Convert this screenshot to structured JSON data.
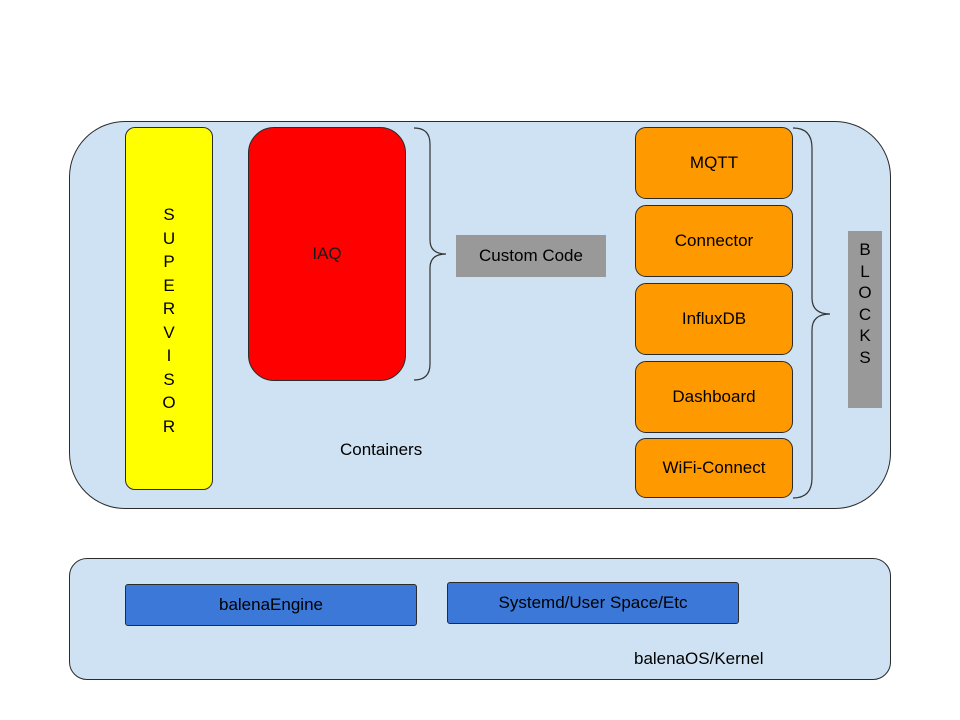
{
  "containers": {
    "label": "Containers",
    "supervisor_letters": [
      "S",
      "U",
      "P",
      "E",
      "R",
      "V",
      "I",
      "S",
      "O",
      "R"
    ],
    "custom": {
      "app": "IAQ",
      "brace_label": "Custom Code"
    },
    "blocks": {
      "items": [
        "MQTT",
        "Connector",
        "InfluxDB",
        "Dashboard",
        "WiFi-Connect"
      ],
      "label_letters": [
        "B",
        "L",
        "O",
        "C",
        "K",
        "S"
      ]
    }
  },
  "os": {
    "label": "balenaOS/Kernel",
    "engine": "balenaEngine",
    "userspace": "Systemd/User Space/Etc"
  },
  "colors": {
    "panel": "#cfe2f3",
    "supervisor": "#ffff00",
    "custom_app": "#ff0000",
    "block": "#ff9900",
    "label_box": "#999999",
    "os_component": "#3c78d8"
  }
}
